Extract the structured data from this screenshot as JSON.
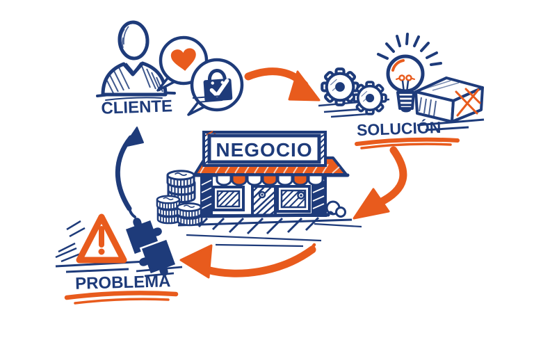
{
  "diagram": {
    "type": "cycle",
    "background": "#ffffff",
    "palette": {
      "ink_blue": "#1e3b7a",
      "accent_orange": "#e85b1d",
      "white": "#ffffff"
    },
    "labels": {
      "cliente": "CLIENTE",
      "solucion": "SOLUCIÓN",
      "negocio": "NEGOCIO",
      "problema": "PROBLEMA"
    },
    "nodes": [
      {
        "id": "cliente",
        "label": "CLIENTE",
        "icons": [
          "person-icon",
          "speech-bubble-heart-icon",
          "speech-bubble-shopping-bag-icon"
        ]
      },
      {
        "id": "solucion",
        "label": "SOLUCIÓN",
        "icons": [
          "gears-icon",
          "lightbulb-icon",
          "box-icon"
        ],
        "underline": "#e85b1d"
      },
      {
        "id": "negocio",
        "label": "NEGOCIO",
        "icons": [
          "storefront-icon",
          "coin-stacks-icon"
        ]
      },
      {
        "id": "problema",
        "label": "PROBLEMA",
        "icons": [
          "warning-triangle-icon",
          "puzzle-pieces-icon"
        ],
        "underline": "#e85b1d"
      }
    ],
    "flow": [
      {
        "from": "cliente",
        "to": "solucion",
        "color": "#e85b1d"
      },
      {
        "from": "solucion",
        "to": "negocio",
        "color": "#e85b1d"
      },
      {
        "from": "negocio",
        "to": "problema",
        "color": "#e85b1d"
      },
      {
        "from": "problema",
        "to": "cliente",
        "color": "#1e3b7a"
      }
    ]
  }
}
